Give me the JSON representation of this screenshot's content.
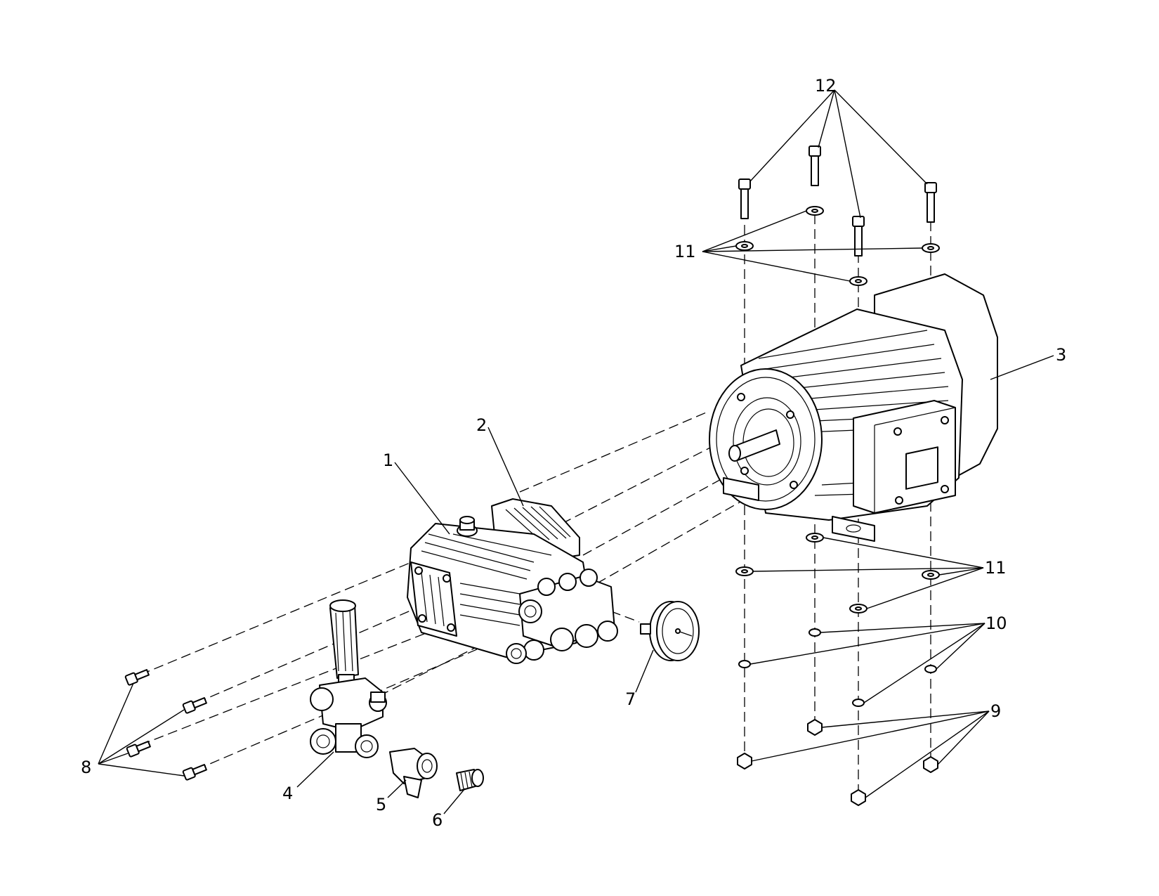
{
  "callouts": [
    {
      "id": "1",
      "label": "1"
    },
    {
      "id": "2",
      "label": "2"
    },
    {
      "id": "3",
      "label": "3"
    },
    {
      "id": "4",
      "label": "4"
    },
    {
      "id": "5",
      "label": "5"
    },
    {
      "id": "6",
      "label": "6"
    },
    {
      "id": "7",
      "label": "7"
    },
    {
      "id": "8",
      "label": "8"
    },
    {
      "id": "9",
      "label": "9"
    },
    {
      "id": "10",
      "label": "10"
    },
    {
      "id": "11a",
      "label": "11"
    },
    {
      "id": "11b",
      "label": "11"
    },
    {
      "id": "12",
      "label": "12"
    }
  ],
  "colors": {
    "line": "#000000",
    "background": "#ffffff"
  }
}
